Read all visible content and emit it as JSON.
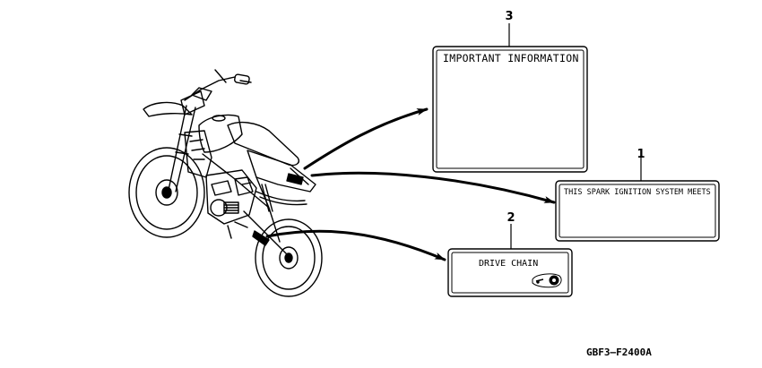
{
  "parts": [
    {
      "callout": "3",
      "label_text": "IMPORTANT INFORMATION"
    },
    {
      "callout": "1",
      "label_text": "THIS SPARK IGNITION SYSTEM MEETS"
    },
    {
      "callout": "2",
      "label_text": "DRIVE CHAIN"
    }
  ],
  "diagram_code": "GBF3–F2400A",
  "icons": {
    "motorcycle": "dirt-bike-illustration",
    "chain": "chain-adjuster-icon"
  }
}
